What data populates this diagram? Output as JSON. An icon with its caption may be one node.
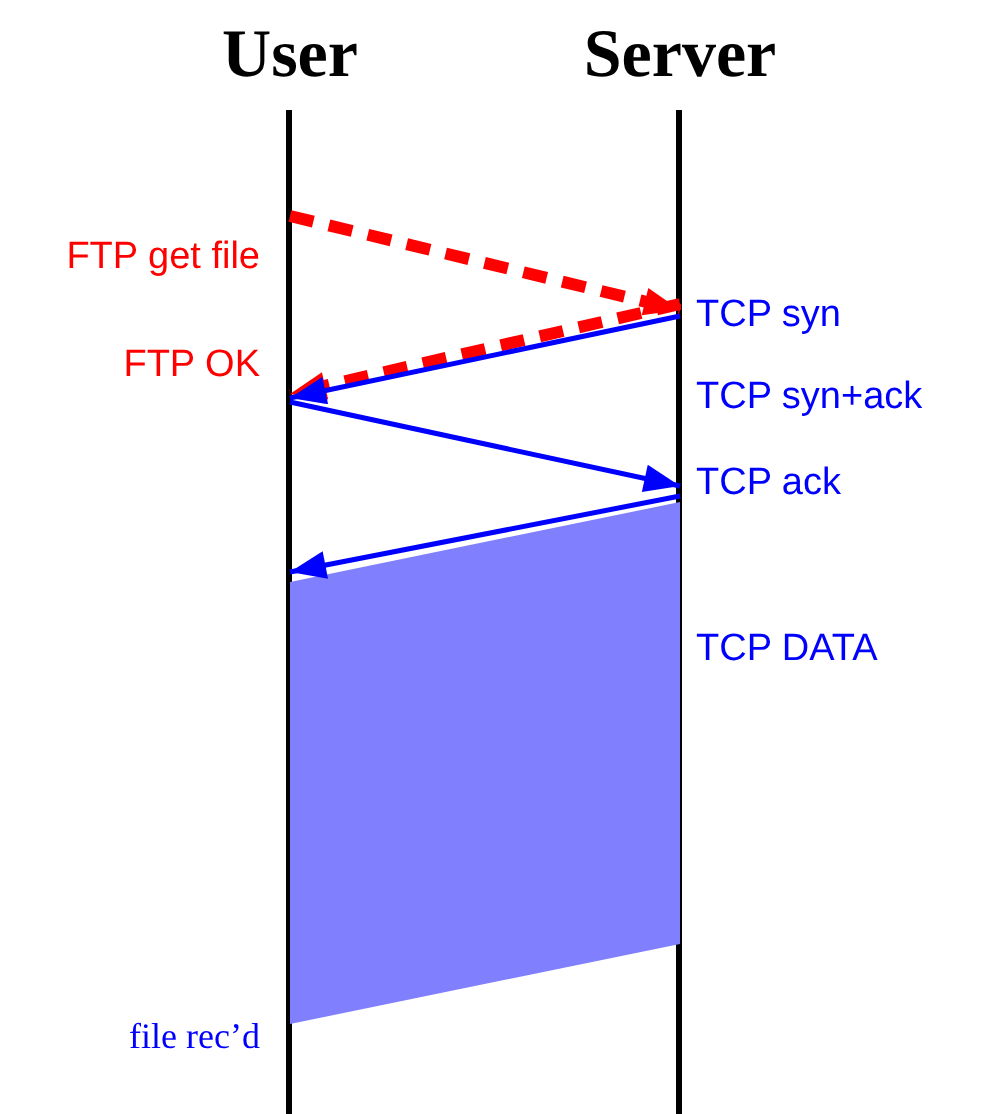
{
  "diagram": {
    "nodes": [
      {
        "text": [
          "User"
        ]
      },
      {
        "text": [
          "Server"
        ]
      }
    ],
    "edges": [
      {
        "from": 0,
        "to": 1,
        "arrow": "to",
        "style": "dashed",
        "color": "#ff0000"
      },
      {
        "from": 1,
        "to": 0,
        "arrow": "to",
        "style": "dashed",
        "color": "#ff0000"
      },
      {
        "from": 1,
        "to": 0,
        "arrow": "to"
      },
      {
        "from": 0,
        "to": 1,
        "arrow": "to"
      },
      {
        "from": 1,
        "to": 0,
        "arrow": "to"
      }
    ],
    "labels": [
      "FTP get file",
      "TCP syn",
      "FTP OK",
      "TCP syn+ack",
      "TCP ack",
      "TCP DATA",
      "file rec’d"
    ]
  }
}
